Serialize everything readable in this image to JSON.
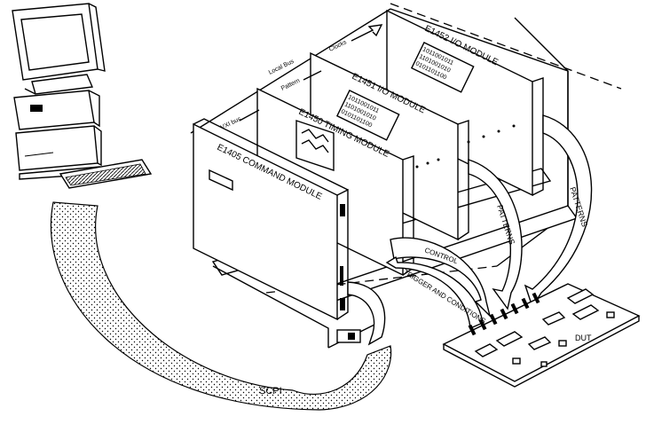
{
  "modules": {
    "command": "E1405 COMMAND MODULE",
    "timing": "E1450 TIMING MODULE",
    "io1": "E1451 I/O MODULE",
    "io2": "E1452 I/O MODULE"
  },
  "bus_labels": {
    "vxi_bus": "VXI bus",
    "local_bus": "Local Bus",
    "pattern": "Pattern",
    "clocks": "Clocks"
  },
  "bit_patterns": {
    "io1": [
      "1011001011",
      "1101001010",
      "0101101100"
    ],
    "io2": [
      "1011001011",
      "1101001010",
      "0101101100"
    ]
  },
  "arrow_labels": {
    "patterns_a": "PATTERNS",
    "patterns_b": "PATTERNS",
    "control": "CONTROL",
    "trigger": "TRIGGER AND CONDITIONS",
    "scpi": "SCPI"
  },
  "dut_label": "DUT"
}
